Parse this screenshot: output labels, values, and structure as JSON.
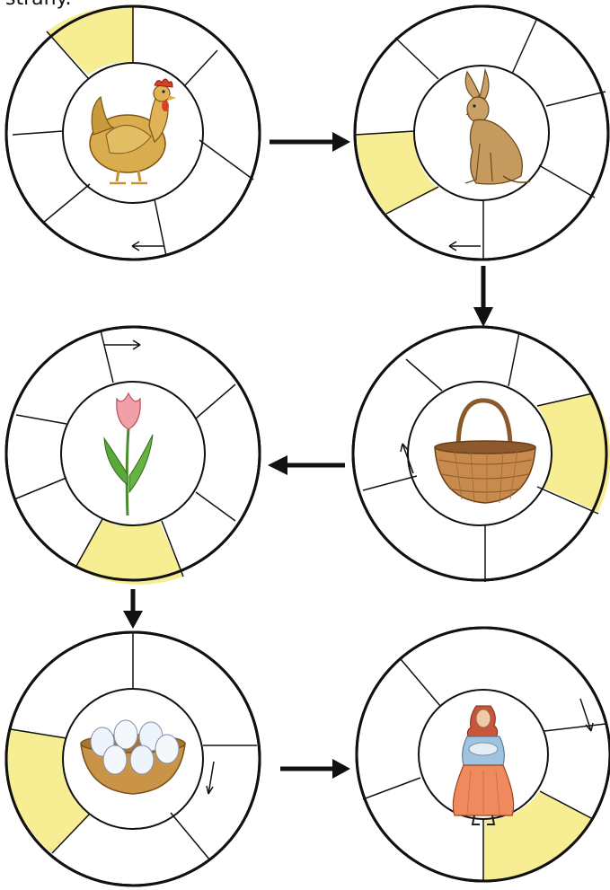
{
  "header": {
    "text": "strany."
  },
  "colors": {
    "highlight": "#f7ed92",
    "outline": "#111111",
    "background": "#ffffff"
  },
  "wheels": [
    {
      "id": "hen",
      "picture": "hen-icon",
      "segments": 7,
      "highlighted_segment": 0,
      "direction_hint": "left-arrow-icon"
    },
    {
      "id": "hare",
      "picture": "hare-icon",
      "segments": 7,
      "highlighted_segment": 5,
      "direction_hint": "left-arrow-icon"
    },
    {
      "id": "basket",
      "picture": "basket-icon",
      "segments": 7,
      "highlighted_segment": 1,
      "direction_hint": "up-arrow-icon"
    },
    {
      "id": "tulip",
      "picture": "tulip-icon",
      "segments": 7,
      "highlighted_segment": 3,
      "direction_hint": "right-arrow-icon"
    },
    {
      "id": "eggs",
      "picture": "eggs-bowl-icon",
      "segments": 7,
      "highlighted_segment": 5,
      "direction_hint": "down-arrow-icon"
    },
    {
      "id": "woman",
      "picture": "woman-with-eggs-icon",
      "segments": 7,
      "highlighted_segment": 2,
      "direction_hint": "down-arrow-icon"
    }
  ],
  "flow": [
    "hen",
    "hare",
    "basket",
    "tulip",
    "eggs",
    "woman"
  ]
}
